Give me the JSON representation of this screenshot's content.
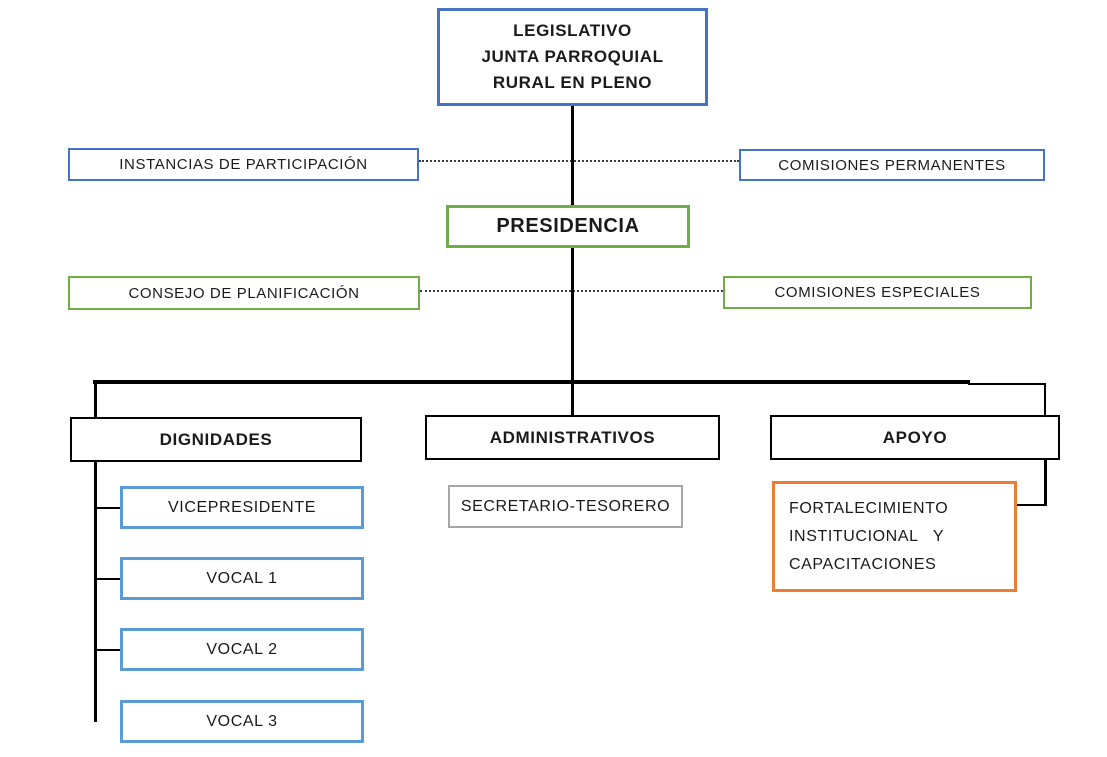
{
  "diagram": {
    "type": "org-chart",
    "colors": {
      "blue": "#4472C4",
      "green": "#70AD47",
      "light_blue": "#5B9BD5",
      "orange": "#ED7D31",
      "gray": "#A6A6A6",
      "black": "#000000"
    },
    "nodes": {
      "legislativo": {
        "lines": [
          "LEGISLATIVO",
          "JUNTA PARROQUIAL",
          "RURAL EN PLENO"
        ],
        "border_color": "#4472C4",
        "bold": true
      },
      "instancias": {
        "label": "INSTANCIAS DE PARTICIPACIÓN",
        "border_color": "#4472C4"
      },
      "comisiones_permanentes": {
        "label": "COMISIONES PERMANENTES",
        "border_color": "#4472C4"
      },
      "presidencia": {
        "label": "PRESIDENCIA",
        "border_color": "#70AD47",
        "bold": true
      },
      "consejo_planificacion": {
        "label": "CONSEJO DE PLANIFICACIÓN",
        "border_color": "#70AD47"
      },
      "comisiones_especiales": {
        "label": "COMISIONES ESPECIALES",
        "border_color": "#70AD47"
      },
      "dignidades": {
        "label": "DIGNIDADES",
        "border_color": "#000000",
        "bold": true
      },
      "administrativos": {
        "label": "ADMINISTRATIVOS",
        "border_color": "#000000",
        "bold": true
      },
      "apoyo": {
        "label": "APOYO",
        "border_color": "#000000",
        "bold": true
      },
      "vicepresidente": {
        "label": "VICEPRESIDENTE",
        "border_color": "#5B9BD5"
      },
      "vocal1": {
        "label": "VOCAL 1",
        "border_color": "#5B9BD5"
      },
      "vocal2": {
        "label": "VOCAL 2",
        "border_color": "#5B9BD5"
      },
      "vocal3": {
        "label": "VOCAL 3",
        "border_color": "#5B9BD5"
      },
      "secretario_tesorero": {
        "label": "SECRETARIO-TESORERO",
        "border_color": "#A6A6A6"
      },
      "fortalecimiento": {
        "lines": [
          "FORTALECIMIENTO",
          "INSTITUCIONAL   Y",
          "CAPACITACIONES"
        ],
        "border_color": "#ED7D31"
      }
    },
    "hierarchy": {
      "root": "legislativo",
      "edges": [
        [
          "legislativo",
          "presidencia",
          "solid"
        ],
        [
          "instancias",
          "comisiones_permanentes",
          "dotted"
        ],
        [
          "consejo_planificacion",
          "comisiones_especiales",
          "dotted"
        ],
        [
          "presidencia",
          "dignidades",
          "solid"
        ],
        [
          "presidencia",
          "administrativos",
          "solid"
        ],
        [
          "presidencia",
          "apoyo",
          "solid"
        ],
        [
          "dignidades",
          "vicepresidente",
          "solid"
        ],
        [
          "dignidades",
          "vocal1",
          "solid"
        ],
        [
          "dignidades",
          "vocal2",
          "solid"
        ],
        [
          "apoyo",
          "fortalecimiento",
          "solid"
        ]
      ]
    }
  }
}
